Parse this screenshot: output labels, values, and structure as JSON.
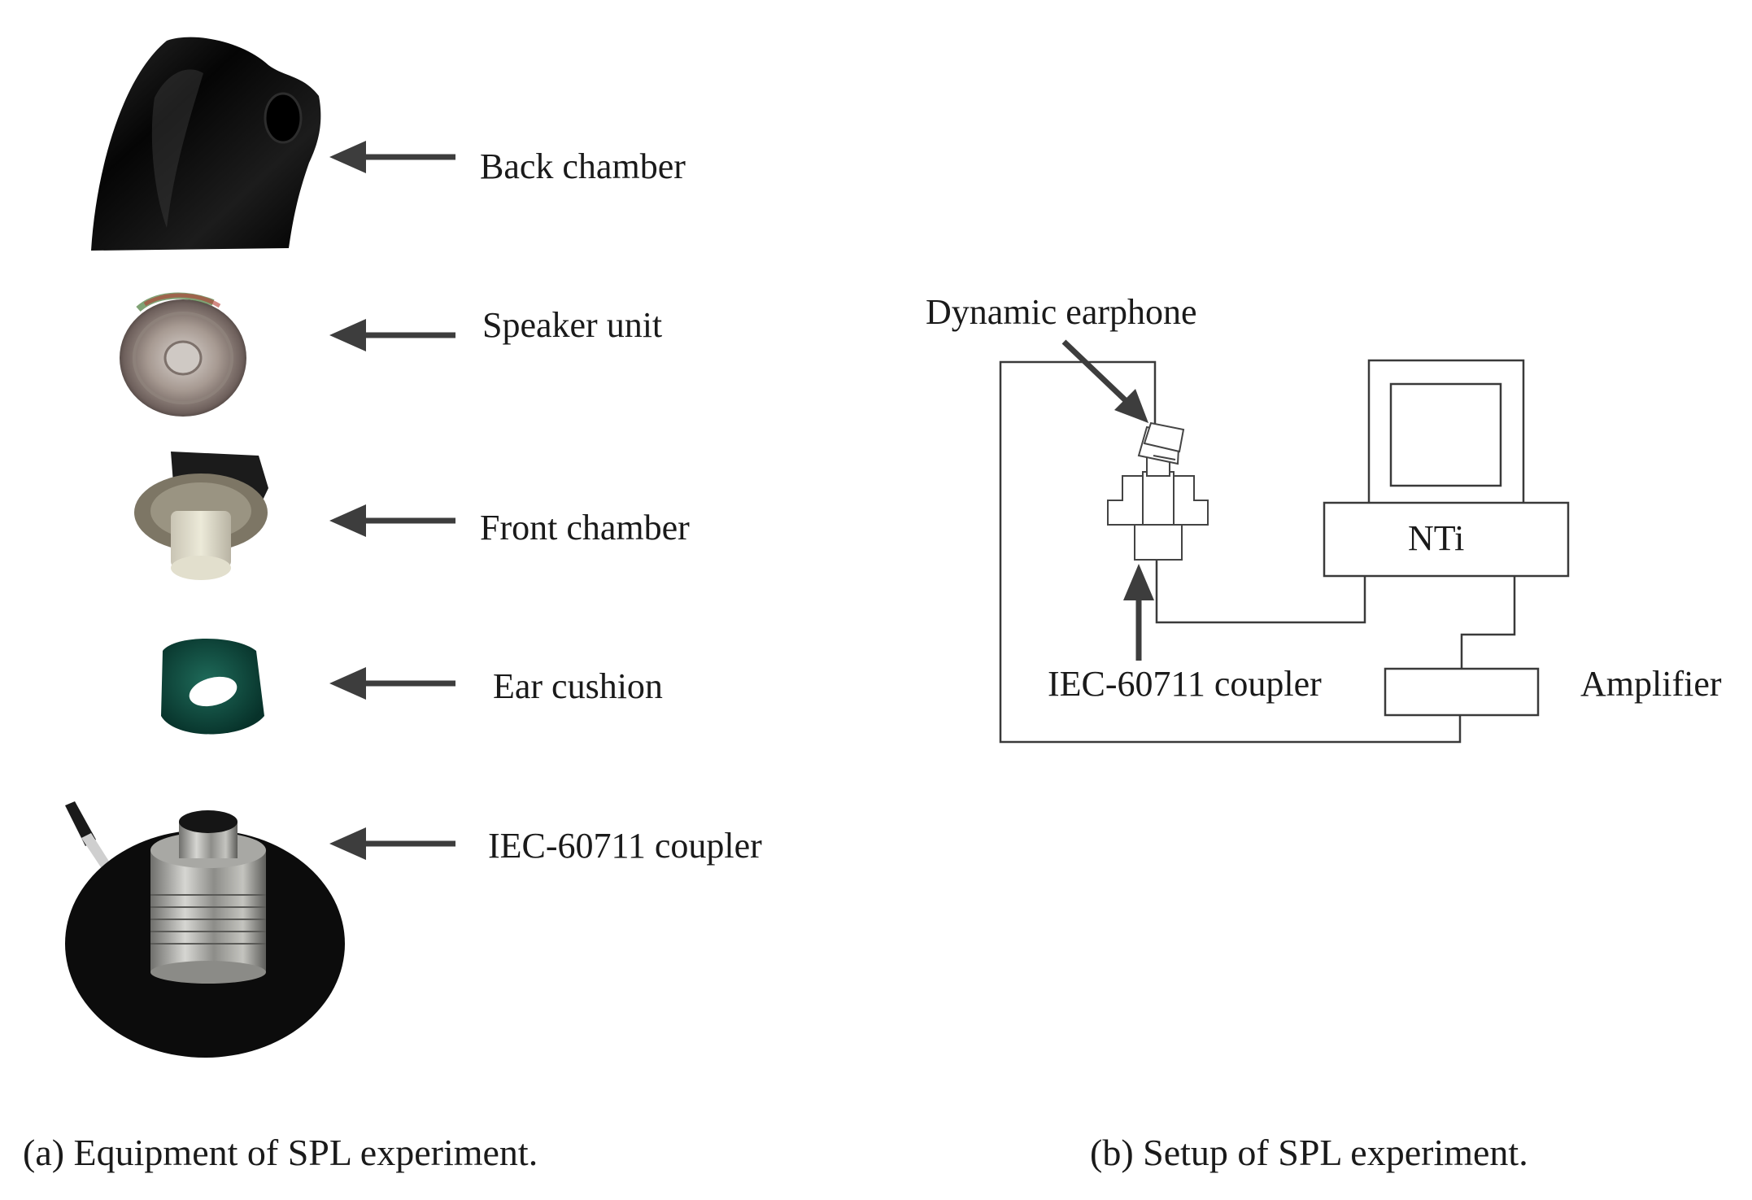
{
  "panel_a": {
    "caption": "(a) Equipment  of SPL experiment.",
    "parts": [
      {
        "label": "Back chamber",
        "icon": "back-chamber-photo"
      },
      {
        "label": "Speaker unit",
        "icon": "speaker-unit-photo"
      },
      {
        "label": "Front chamber",
        "icon": "front-chamber-photo"
      },
      {
        "label": "Ear cushion",
        "icon": "ear-cushion-photo"
      },
      {
        "label": "IEC-60711 coupler",
        "icon": "coupler-photo"
      }
    ]
  },
  "panel_b": {
    "caption": "(b) Setup  of SPL experiment.",
    "earphone_label": "Dynamic earphone",
    "coupler_label": "IEC-60711 coupler",
    "analyzer_label": "NTi",
    "amplifier_label": "Amplifier"
  },
  "colors": {
    "arrow": "#3d3d3d",
    "cushion": "#0f4a3e",
    "plastic": "#0b0b0b",
    "metal": "#a9a9a6"
  }
}
